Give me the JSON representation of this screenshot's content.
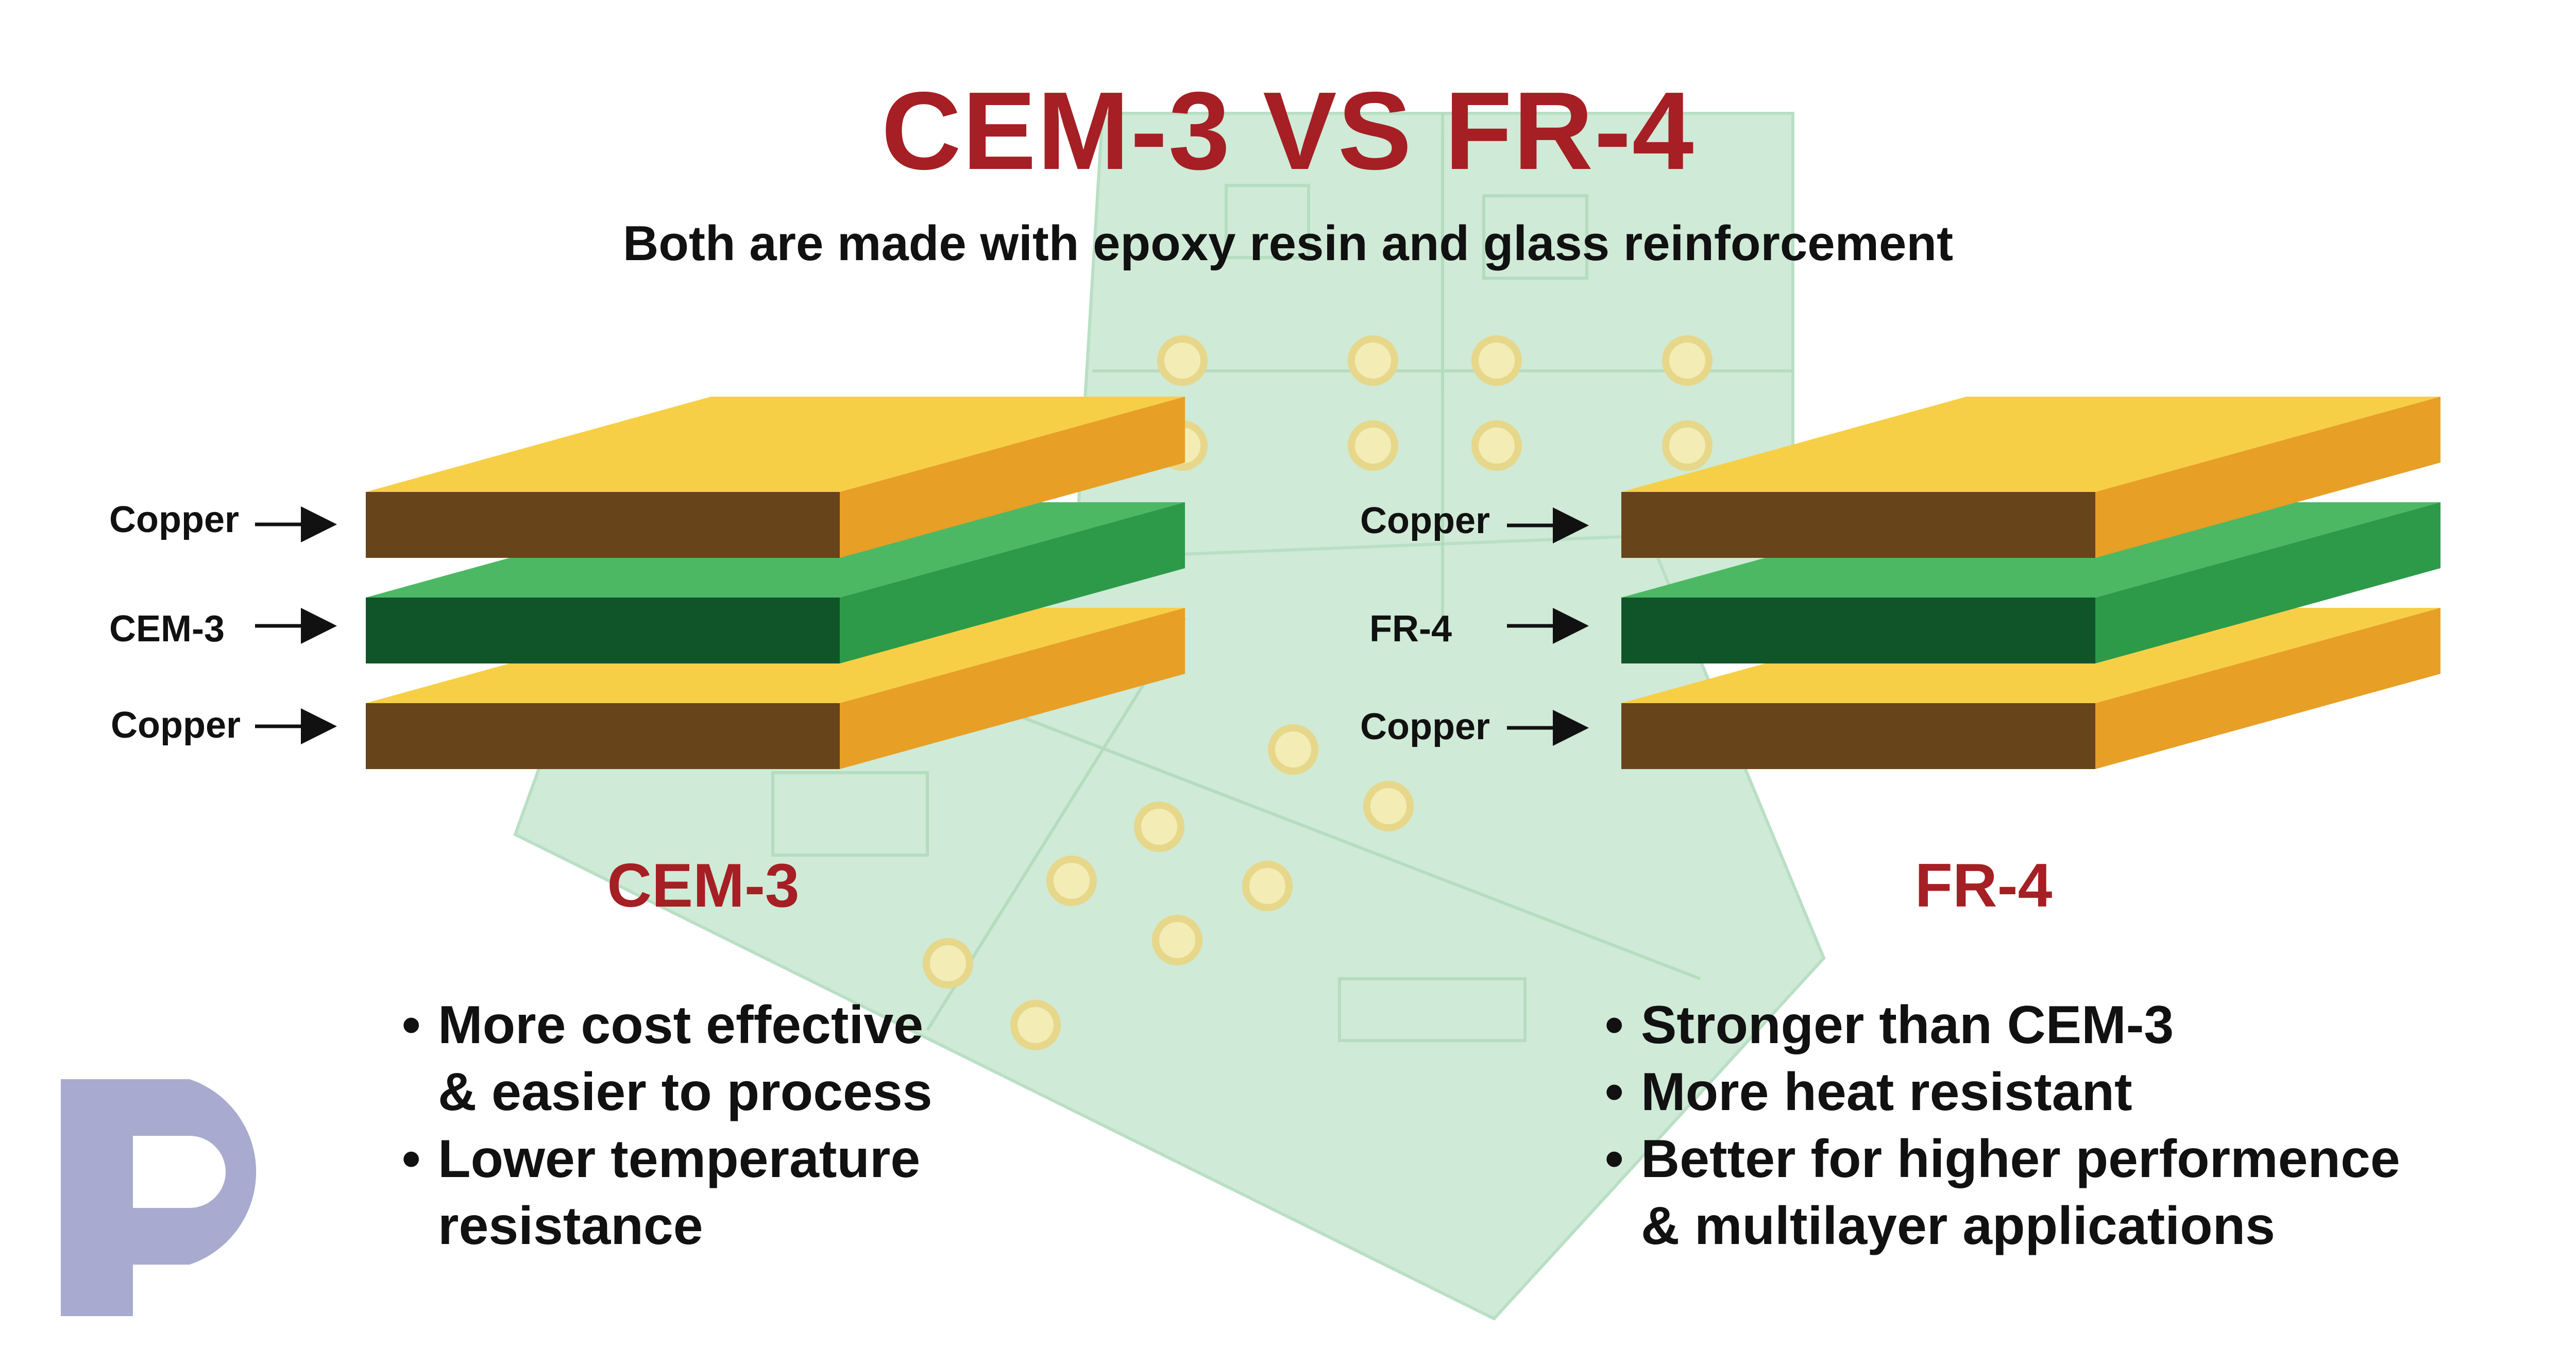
{
  "title": "CEM-3 VS FR-4",
  "subtitle": "Both are made with epoxy resin and glass reinforcement",
  "colors": {
    "title_red": "#a51f24",
    "copper_top": "#f7cf46",
    "copper_side": "#e79f26",
    "copper_front": "#674419",
    "laminate_top": "#4cb864",
    "laminate_side": "#2d9a4a",
    "laminate_front": "#10552a",
    "board_green": "#cfead6",
    "logo": "#a8abcf"
  },
  "left_stack": {
    "labels": [
      "Copper",
      "CEM-3",
      "Copper"
    ],
    "heading": "CEM-3",
    "bullets": [
      [
        "More cost effective",
        "& easier to process"
      ],
      [
        "Lower temperature",
        "resistance"
      ]
    ]
  },
  "right_stack": {
    "labels": [
      "Copper",
      "FR-4",
      "Copper"
    ],
    "heading": "FR-4",
    "bullets": [
      [
        "Stronger than CEM-3"
      ],
      [
        "More heat resistant"
      ],
      [
        "Better for higher performence",
        "& multilayer applications"
      ]
    ]
  },
  "icons": {
    "arrow": "right-arrow-icon",
    "logo": "company-logo-p-icon"
  }
}
